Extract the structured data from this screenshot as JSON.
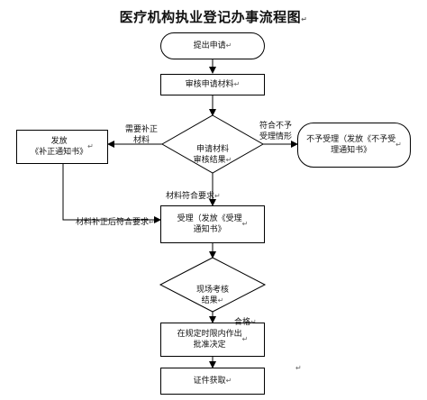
{
  "title": "医疗机构执业登记办事流程图",
  "para_mark": "↵",
  "nodes": {
    "start": "提出申请",
    "review_materials": "审核申请材料",
    "decision": "申请材料\n审核结果",
    "supplement_notice": "发放\n《补正通知书》",
    "reject": "不予受理（发放《不予受\n理通知书》",
    "accept": "受理（发放《受理\n通知书》",
    "inspection": "现场考核\n结果",
    "decide": "在规定时限内作出\n批准决定",
    "certificate": "证件获取"
  },
  "edge_labels": {
    "need_supplement": "需要补正\n材料",
    "not_meet": "符合不予\n受理情形",
    "meets": "材料符合要求",
    "after_supplement": "材料补正后符合要求",
    "qualified": "合格"
  }
}
